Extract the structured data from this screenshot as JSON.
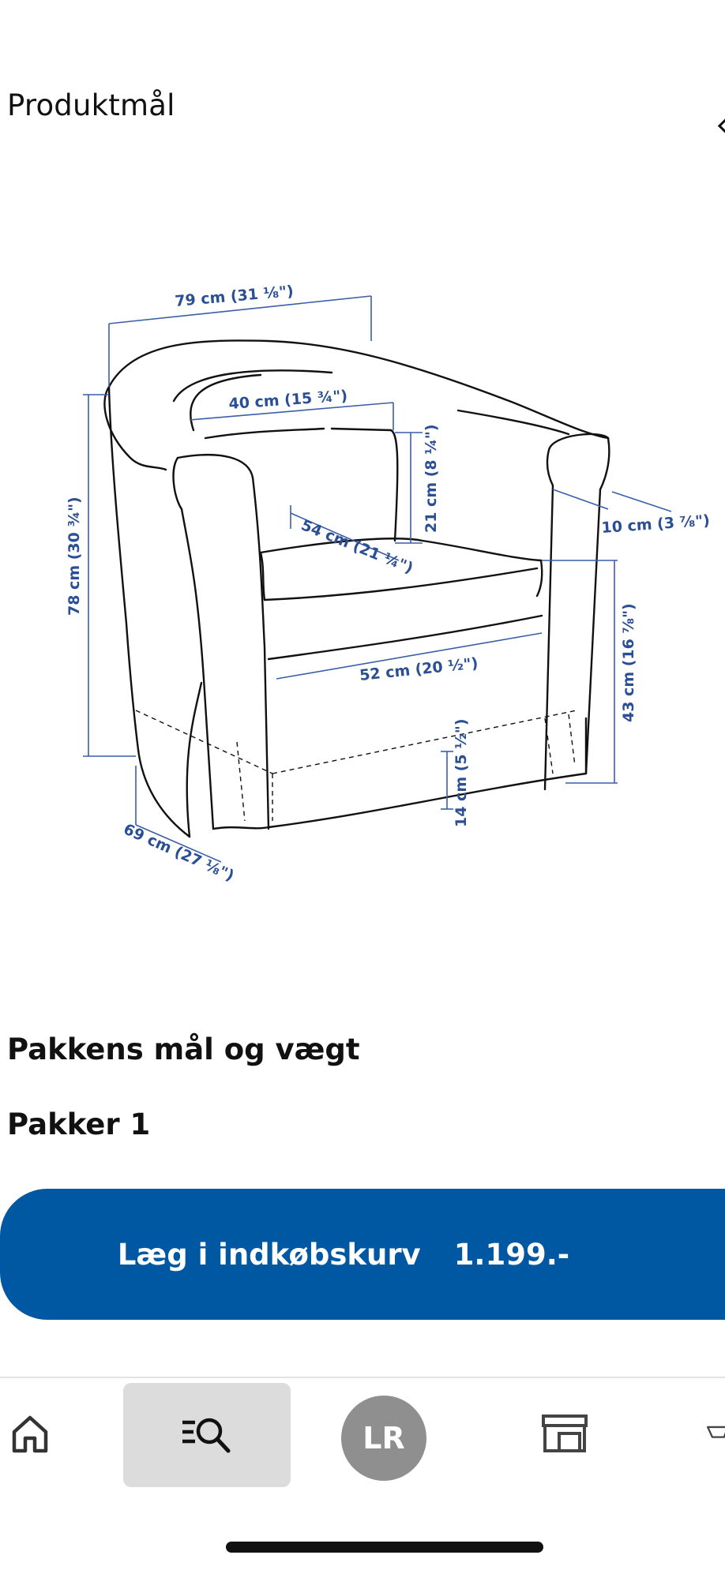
{
  "section_title": "Produktmål",
  "dimensions": {
    "width": "79 cm (31 ⅛\")",
    "back_cushion_width": "40 cm (15 ¾\")",
    "back_cushion_height": "21 cm (8 ¼\")",
    "seat_depth": "54 cm (21 ¼\")",
    "armrest_width": "10 cm (3 ⅞\")",
    "height": "78 cm (30 ¾\")",
    "seat_width": "52 cm (20 ½\")",
    "seat_height": "43 cm (16 ⅞\")",
    "leg_height": "14 cm (5 ½\")",
    "depth": "69 cm (27 ⅛\")"
  },
  "package": {
    "heading": "Pakkens mål og vægt",
    "packages_label": "Pakker 1"
  },
  "cta": {
    "label": "Læg i indkøbskurv",
    "price": "1.199.-",
    "color": "#0058a3"
  },
  "tabbar": {
    "items": [
      {
        "icon": "home-icon"
      },
      {
        "icon": "search-icon",
        "selected": true
      },
      {
        "initials": "LR"
      },
      {
        "icon": "store-icon"
      },
      {
        "icon": "cart-icon"
      }
    ]
  }
}
